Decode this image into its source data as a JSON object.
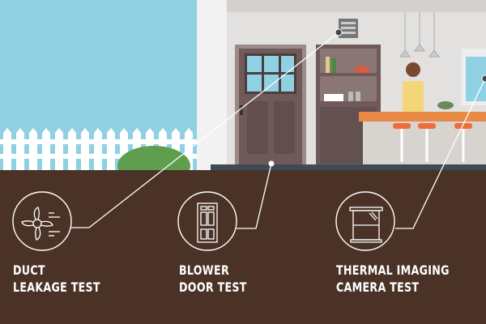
{
  "tests": [
    {
      "icon": "fan-icon",
      "line1": "DUCT",
      "line2": "LEAKAGE TEST"
    },
    {
      "icon": "door-icon",
      "line1": "BLOWER",
      "line2": "DOOR TEST"
    },
    {
      "icon": "window-icon",
      "line1": "THERMAL IMAGING",
      "line2": "CAMERA TEST"
    }
  ],
  "colors": {
    "sky": "#8fd0e3",
    "soil": "#4a3226",
    "wall": "#e4e2e0",
    "door": "#6f5a59",
    "counter": "#e88a45",
    "stool": "#f06c3a"
  }
}
